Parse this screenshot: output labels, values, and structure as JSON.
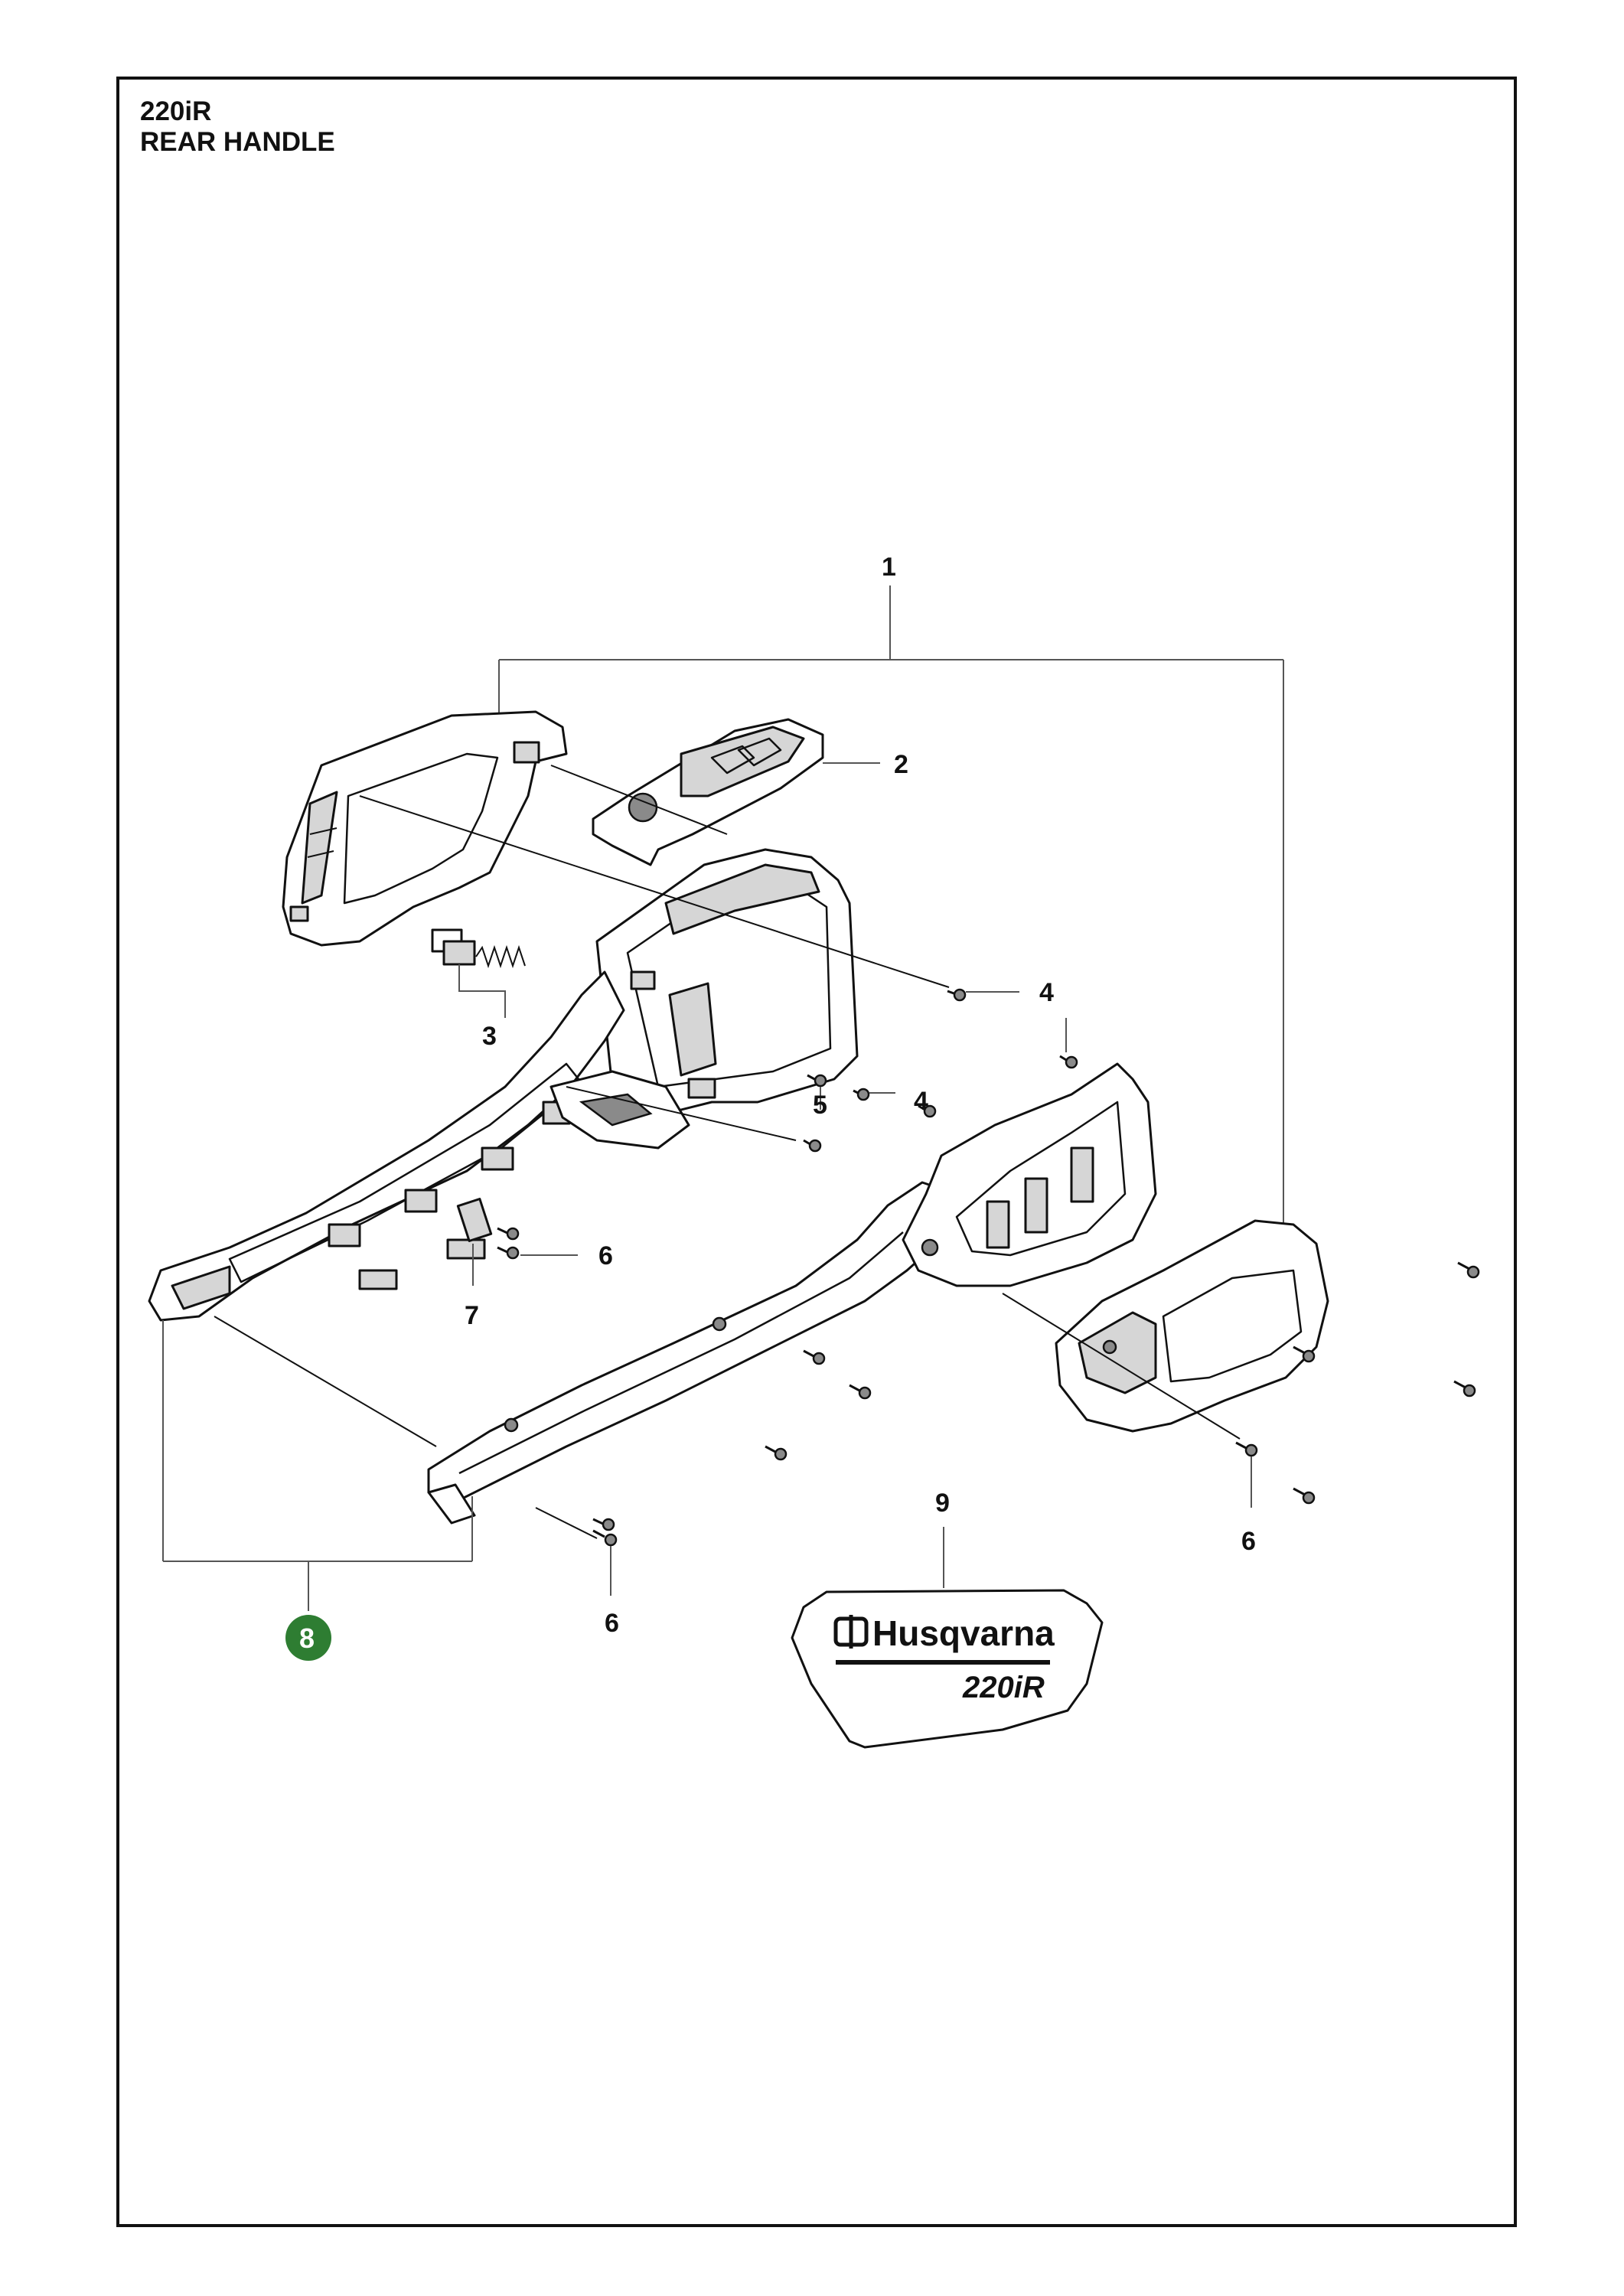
{
  "header": {
    "model": "220iR",
    "section": "REAR HANDLE"
  },
  "callouts": {
    "c1": "1",
    "c2": "2",
    "c3": "3",
    "c4a": "4",
    "c4b": "4",
    "c5": "5",
    "c6a": "6",
    "c6b": "6",
    "c6c": "6",
    "c7": "7",
    "c8": "8",
    "c9": "9"
  },
  "decal": {
    "brand": "Husqvarna",
    "model": "220iR"
  },
  "colors": {
    "badge": "#2e7d32",
    "line": "#111111"
  }
}
